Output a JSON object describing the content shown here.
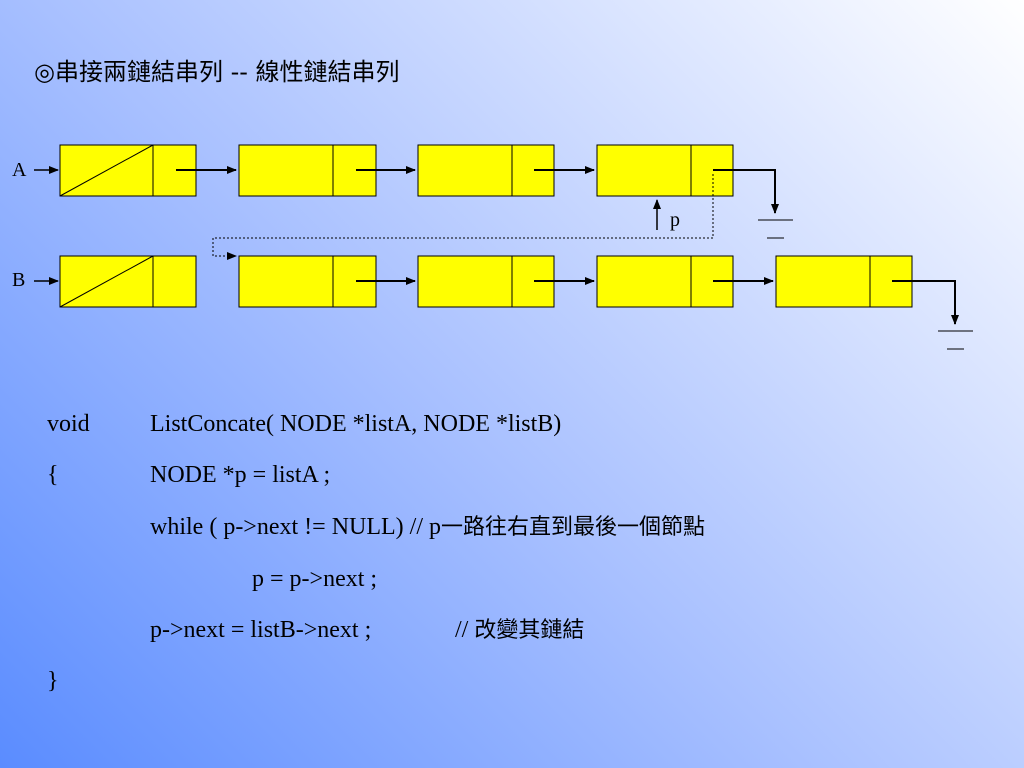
{
  "slide": {
    "title": "◎串接兩鏈結串列 -- 線性鏈結串列"
  },
  "diagram": {
    "list_a_label": "A",
    "list_b_label": "B",
    "pointer_label": "p",
    "list_a_node_count": 4,
    "list_b_node_count": 5,
    "node_fill": "#ffff00",
    "node_stroke": "#000000"
  },
  "code": {
    "line1_keyword": "void",
    "line1_signature": "ListConcate( NODE *listA, NODE *listB)",
    "line2_brace": "{",
    "line2_stmt": "NODE *p = listA ;",
    "line3_stmt": "while ( p->next != NULL) // p",
    "line3_comment": "一路往右直到最後一個節點",
    "line4_stmt": "p = p->next ;",
    "line5_stmt": "p->next = listB->next ;",
    "line5_comment_prefix": "// ",
    "line5_comment": "改變其鏈結",
    "line6_brace": "}"
  }
}
